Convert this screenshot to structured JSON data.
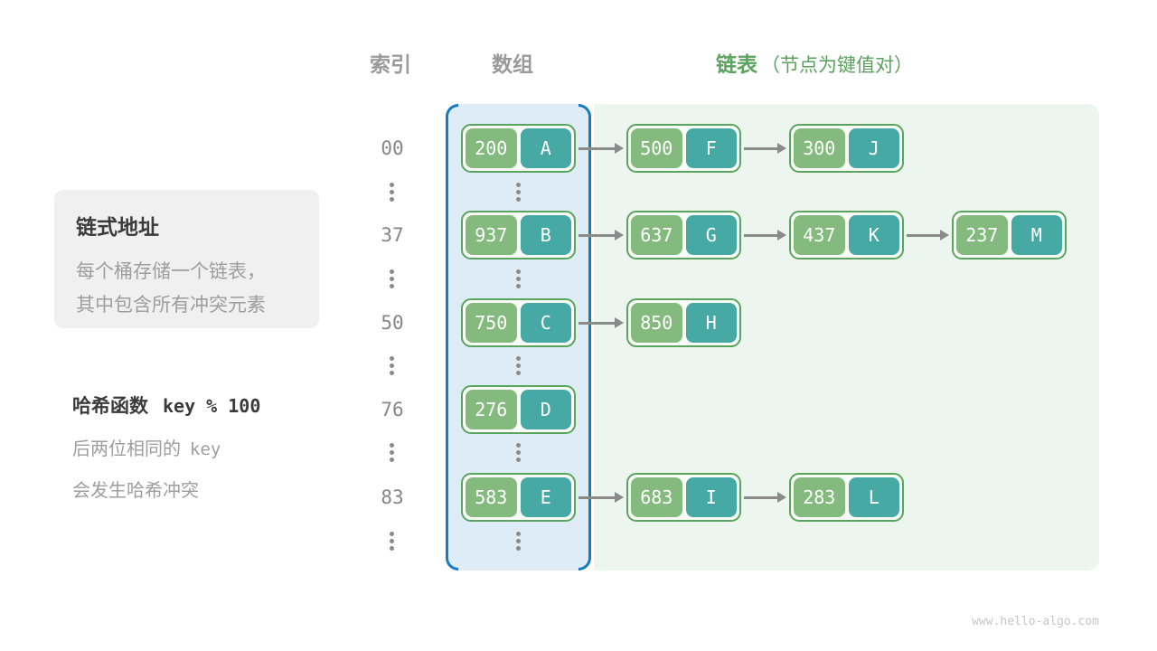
{
  "headers": {
    "index": "索引",
    "array": "数组",
    "list": "链表",
    "list_note": "（节点为键值对）"
  },
  "note_box": {
    "title": "链式地址",
    "line1": "每个桶存储一个链表，",
    "line2": "其中包含所有冲突元素"
  },
  "hash_note": {
    "title_cn": "哈希函数",
    "title_code": "key % 100",
    "line1_cn": "后两位相同的",
    "line1_code": "key",
    "line2": "会发生哈希冲突"
  },
  "rows": [
    {
      "index": "00",
      "nodes": [
        {
          "key": "200",
          "value": "A"
        },
        {
          "key": "500",
          "value": "F"
        },
        {
          "key": "300",
          "value": "J"
        }
      ]
    },
    {
      "index": "37",
      "nodes": [
        {
          "key": "937",
          "value": "B"
        },
        {
          "key": "637",
          "value": "G"
        },
        {
          "key": "437",
          "value": "K"
        },
        {
          "key": "237",
          "value": "M"
        }
      ]
    },
    {
      "index": "50",
      "nodes": [
        {
          "key": "750",
          "value": "C"
        },
        {
          "key": "850",
          "value": "H"
        }
      ]
    },
    {
      "index": "76",
      "nodes": [
        {
          "key": "276",
          "value": "D"
        }
      ]
    },
    {
      "index": "83",
      "nodes": [
        {
          "key": "583",
          "value": "E"
        },
        {
          "key": "683",
          "value": "I"
        },
        {
          "key": "283",
          "value": "L"
        }
      ]
    }
  ],
  "watermark": "www.hello-algo.com",
  "colors": {
    "header_gray": "#9a9a9a",
    "header_green": "#5ba25e",
    "text_dark": "#3b3b3b",
    "text_gray": "#9e9e9e",
    "note_box_bg": "#f0f0f0",
    "index_gray": "#868686",
    "array_fill": "#ddecf6",
    "array_border_blue": "#1b79bd",
    "list_fill": "#edf5ef",
    "node_border": "#5aa55d",
    "node_gap_bg": "#fafcf7",
    "key_green": "#84ba7e",
    "value_teal": "#47a9a4",
    "node_text": "#ffffff",
    "arrow_gray": "#8a8a8a",
    "watermark_gray": "#c6c6c6"
  }
}
